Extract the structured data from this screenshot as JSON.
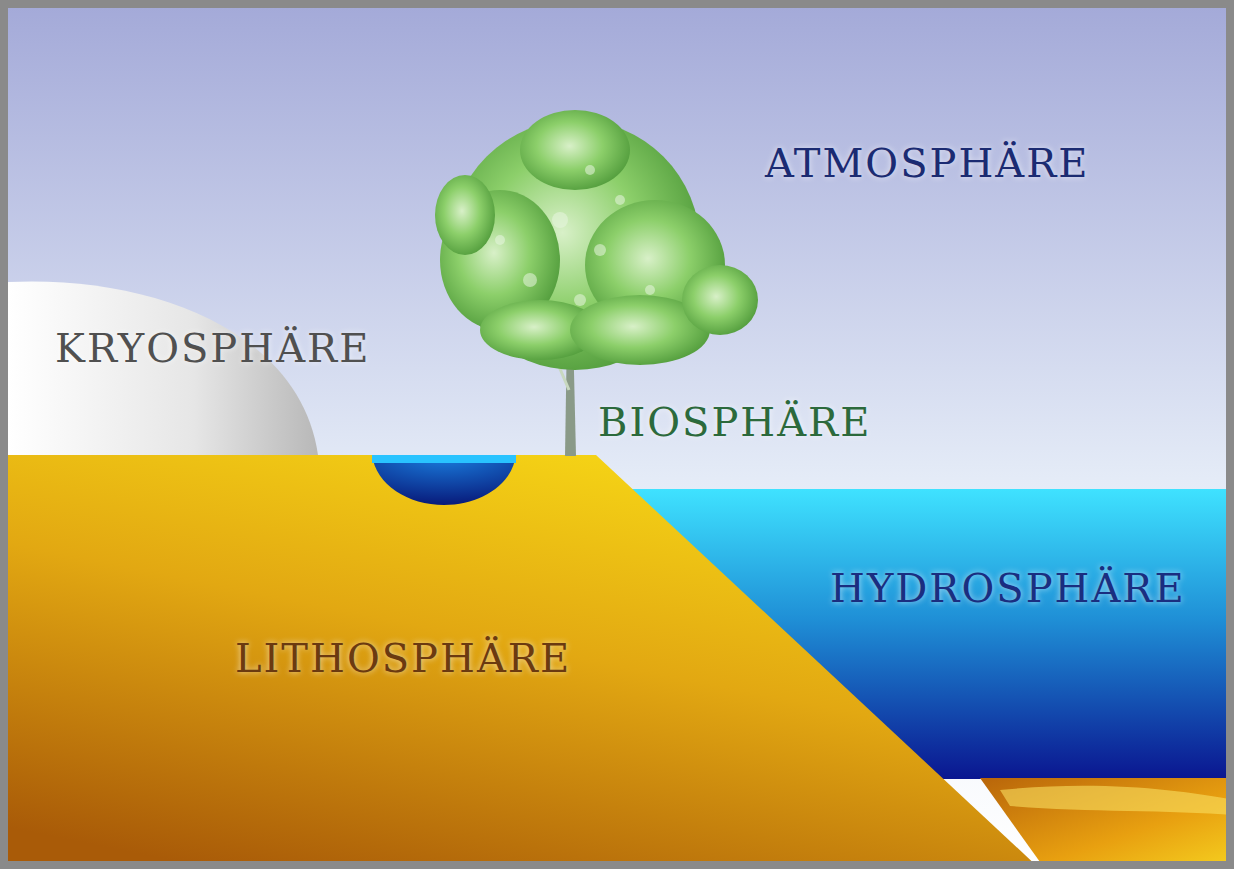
{
  "diagram": {
    "labels": [
      "ATMOSPHÄRE",
      "KRYOSPHÄRE",
      "BIOSPHÄRE",
      "HYDROSPHÄRE",
      "LITHOSPHÄRE"
    ]
  }
}
